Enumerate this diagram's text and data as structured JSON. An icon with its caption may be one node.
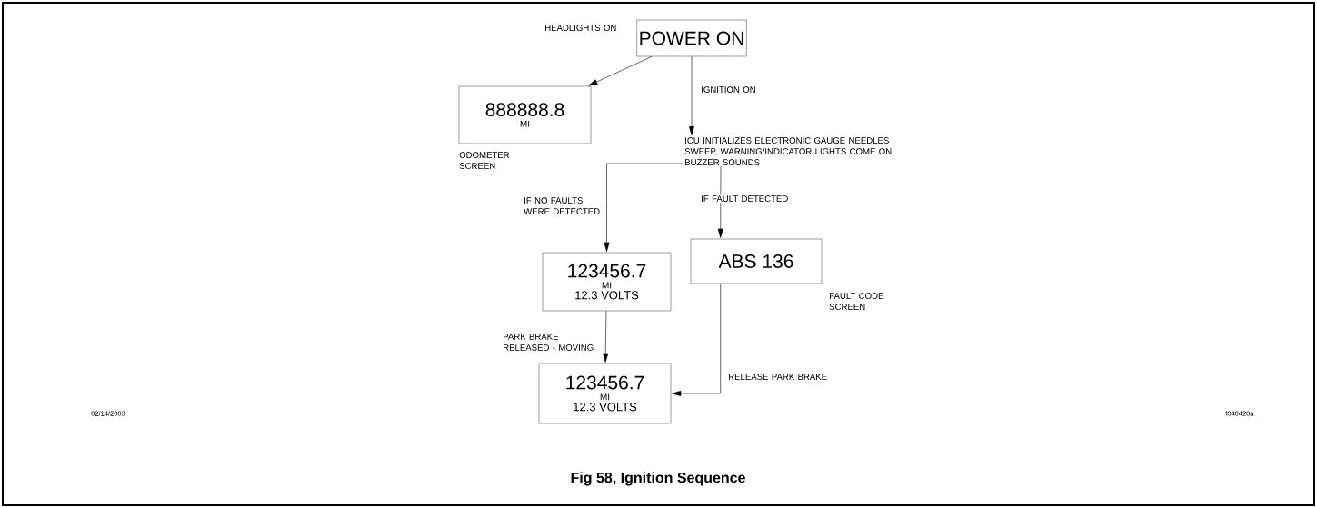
{
  "diagram": {
    "caption": "Fig 58, Ignition Sequence",
    "nodes": [
      {
        "text": [
          "POWER ON"
        ]
      },
      {
        "text": [
          "888888.8",
          "MI"
        ],
        "beside": [
          "ODOMETER SCREEN"
        ]
      },
      {
        "text": [
          "ICU INITIALIZES ELECTRONIC GAUGE NEEDLES SWEEP, WARNING/INDICATOR LIGHTS COME ON, BUZZER SOUNDS"
        ]
      },
      {
        "text": [
          "123456.7",
          "MI",
          "12.3 VOLTS"
        ]
      },
      {
        "text": [
          "ABS 136"
        ],
        "beside": [
          "FAULT CODE SCREEN"
        ]
      },
      {
        "text": [
          "123456.7",
          "MI",
          "12.3 VOLTS"
        ]
      }
    ],
    "edges": [
      {
        "from": 0,
        "to": 1,
        "arrow": "to",
        "label": "HEADLIGHTS ON"
      },
      {
        "from": 0,
        "to": 2,
        "arrow": "to",
        "label": "IGNITION ON"
      },
      {
        "from": 2,
        "to": 3,
        "arrow": "to",
        "label": "IF NO FAULTS WERE DETECTED"
      },
      {
        "from": 2,
        "to": 4,
        "arrow": "to",
        "label": "IF FAULT DETECTED"
      },
      {
        "from": 3,
        "to": 5,
        "arrow": "to",
        "label": "PARK BRAKE RELEASED - MOVING"
      },
      {
        "from": 4,
        "to": 5,
        "arrow": "to",
        "label": "RELEASE PARK BRAKE"
      }
    ],
    "labels": [
      "02/14/2003",
      "f040420a"
    ]
  }
}
